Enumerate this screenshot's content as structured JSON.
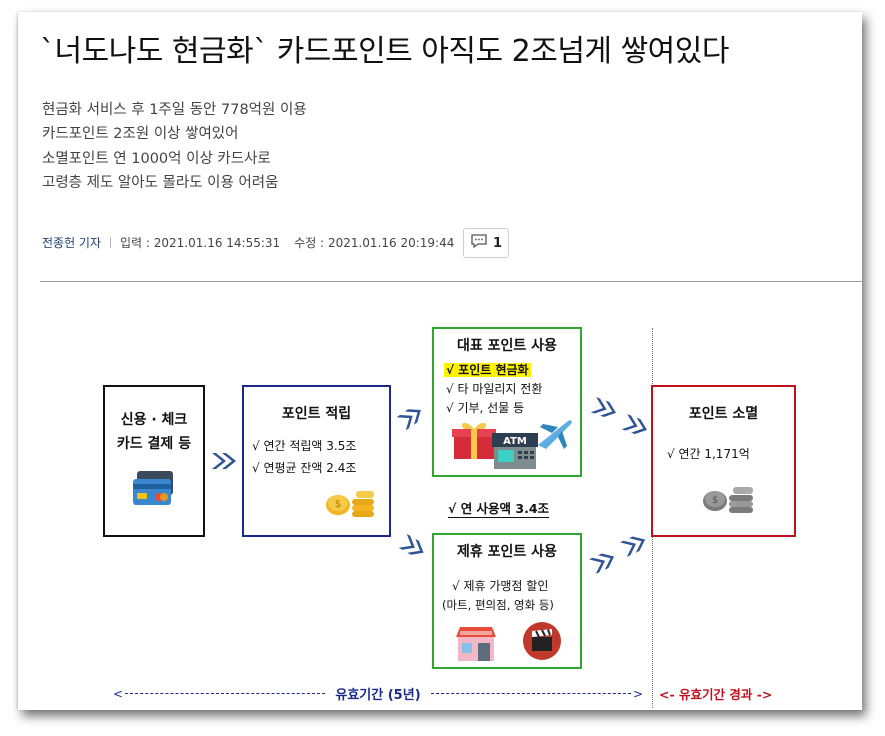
{
  "article": {
    "headline": "`너도나도 현금화` 카드포인트 아직도 2조넘게 쌓여있다",
    "summary": [
      "현금화 서비스 후 1주일 동안 778억원 이용",
      "카드포인트 2조원 이상 쌓여있어",
      "소멸포인트 연 1000억 이상 카드사로",
      "고령층 제도 알아도 몰라도 이용 어려움"
    ],
    "author": "전종헌 기자",
    "input_label": "입력 : 2021.01.16 14:55:31",
    "edit_label": "수정 : 2021.01.16 20:19:44",
    "comment_count": "1"
  },
  "infographic": {
    "card_box": {
      "line1": "신용 · 체크",
      "line2": "카드 결제 등"
    },
    "accumulate_box": {
      "title": "포인트 적립",
      "items": [
        "√  연간 적립액 3.5조",
        "√  연평균 잔액 2.4조"
      ]
    },
    "representative_box": {
      "title": "대표 포인트 사용",
      "highlight": "√  포인트 현금화",
      "items": [
        "√  타 마일리지 전환",
        "√  기부, 선물 등"
      ]
    },
    "annual_use": "√  연 사용액 3.4조",
    "partner_box": {
      "title": "제휴 포인트 사용",
      "items": [
        "√  제휴 가맹점 할인",
        "(마트, 편의점, 영화 등)"
      ]
    },
    "expire_box": {
      "title": "포인트 소멸",
      "item": "√  연간 1,171억"
    },
    "validity_label": "<------------------------------  유효기간 (5년) ------------------------------->",
    "validity_main": "유효기간 (5년)",
    "expired_label": "<- 유효기간 경과 ->",
    "atm_text": "ATM",
    "colors": {
      "green": "#2ea82e",
      "navy": "#1a2a8c",
      "red": "#c0101e",
      "arrow": "#2f5597",
      "validity": "#1a2a8c",
      "expired": "#c0101e"
    }
  }
}
